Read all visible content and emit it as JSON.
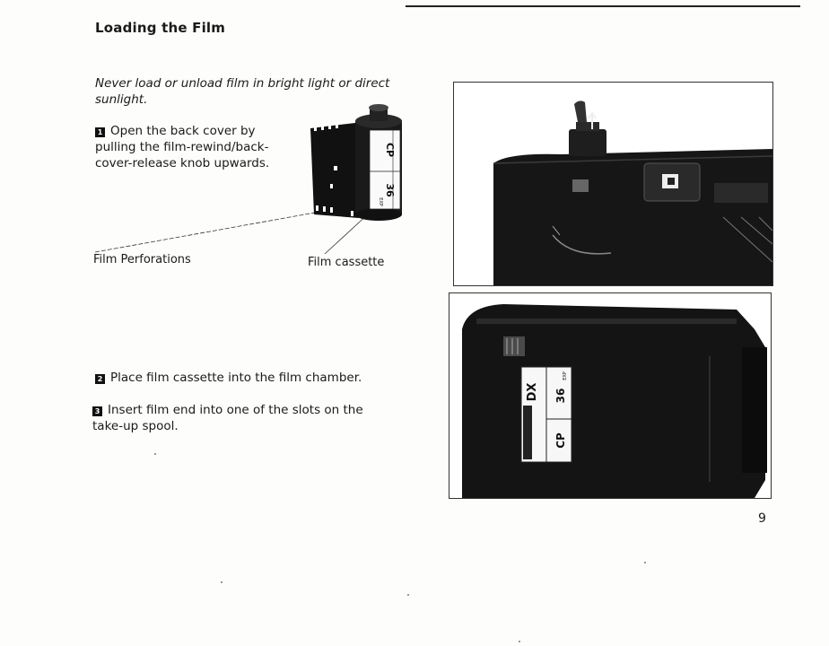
{
  "title": "Loading the Film",
  "warning": "Never load or unload film in bright light or direct sunlight.",
  "steps": [
    {
      "num": "1",
      "text": "Open the back cover by pulling the film-rewind/back-cover-release knob upwards."
    },
    {
      "num": "2",
      "text": "Place film cassette into the film chamber."
    },
    {
      "num": "3",
      "text": "Insert film end into one of the slots on the take-up spool."
    }
  ],
  "labels": {
    "perforations": "Film Perforations",
    "cassette": "Film cassette"
  },
  "cassette_print": {
    "brand": "CP",
    "exposures": "36",
    "exp": "EXP"
  },
  "photo2_print": {
    "brand": "CP",
    "exposures": "36",
    "exp": "EXP",
    "dx": "DX"
  },
  "page_number": "9"
}
